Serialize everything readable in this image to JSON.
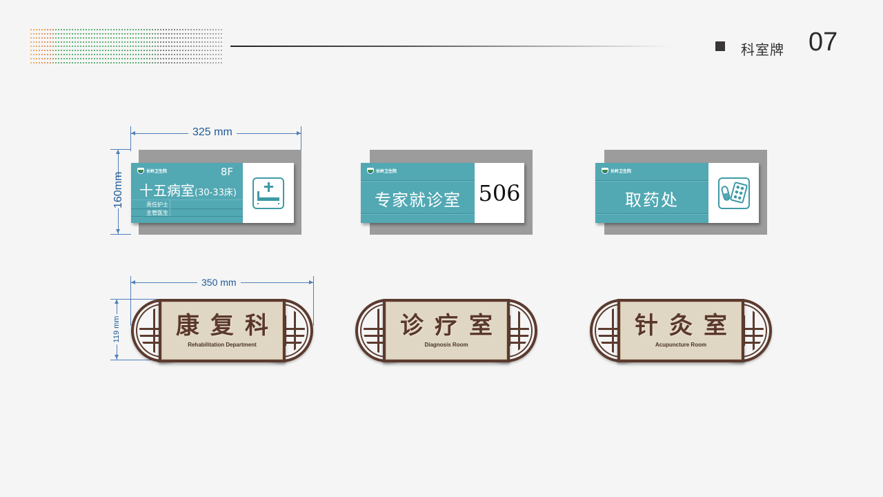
{
  "header": {
    "section_title": "科室牌",
    "page_number": "07"
  },
  "colors": {
    "teal": "#52a8b3",
    "teal_dark": "#3e8e98",
    "plate_gray": "#9c9c9c",
    "dimension_blue": "#1e5a96",
    "wood_brown": "#5c3a2e",
    "panel_beige": "#e0d6c4",
    "background": "#f5f5f5"
  },
  "dimensions": {
    "modern_width": "325 mm",
    "modern_height": "160mm",
    "traditional_width": "350 mm",
    "traditional_height": "119 mm"
  },
  "modern_signs": [
    {
      "logo_text": "长岭卫生院",
      "floor": "8F",
      "room_name": "十五病室",
      "room_detail": "(30-33床)",
      "rows": [
        "责任护士",
        "主管医生"
      ],
      "icon": "hospital-bed-icon"
    },
    {
      "logo_text": "长岭卫生院",
      "room_name": "专家就诊室",
      "room_number": "506"
    },
    {
      "logo_text": "长岭卫生院",
      "room_name": "取药处",
      "icon": "medicine-pills-icon"
    }
  ],
  "traditional_signs": [
    {
      "name_cn": "康复科",
      "name_en": "Rehabilitation Department"
    },
    {
      "name_cn": "诊疗室",
      "name_en": "Diagnosis Room"
    },
    {
      "name_cn": "针灸室",
      "name_en": "Acupuncture Room"
    }
  ]
}
